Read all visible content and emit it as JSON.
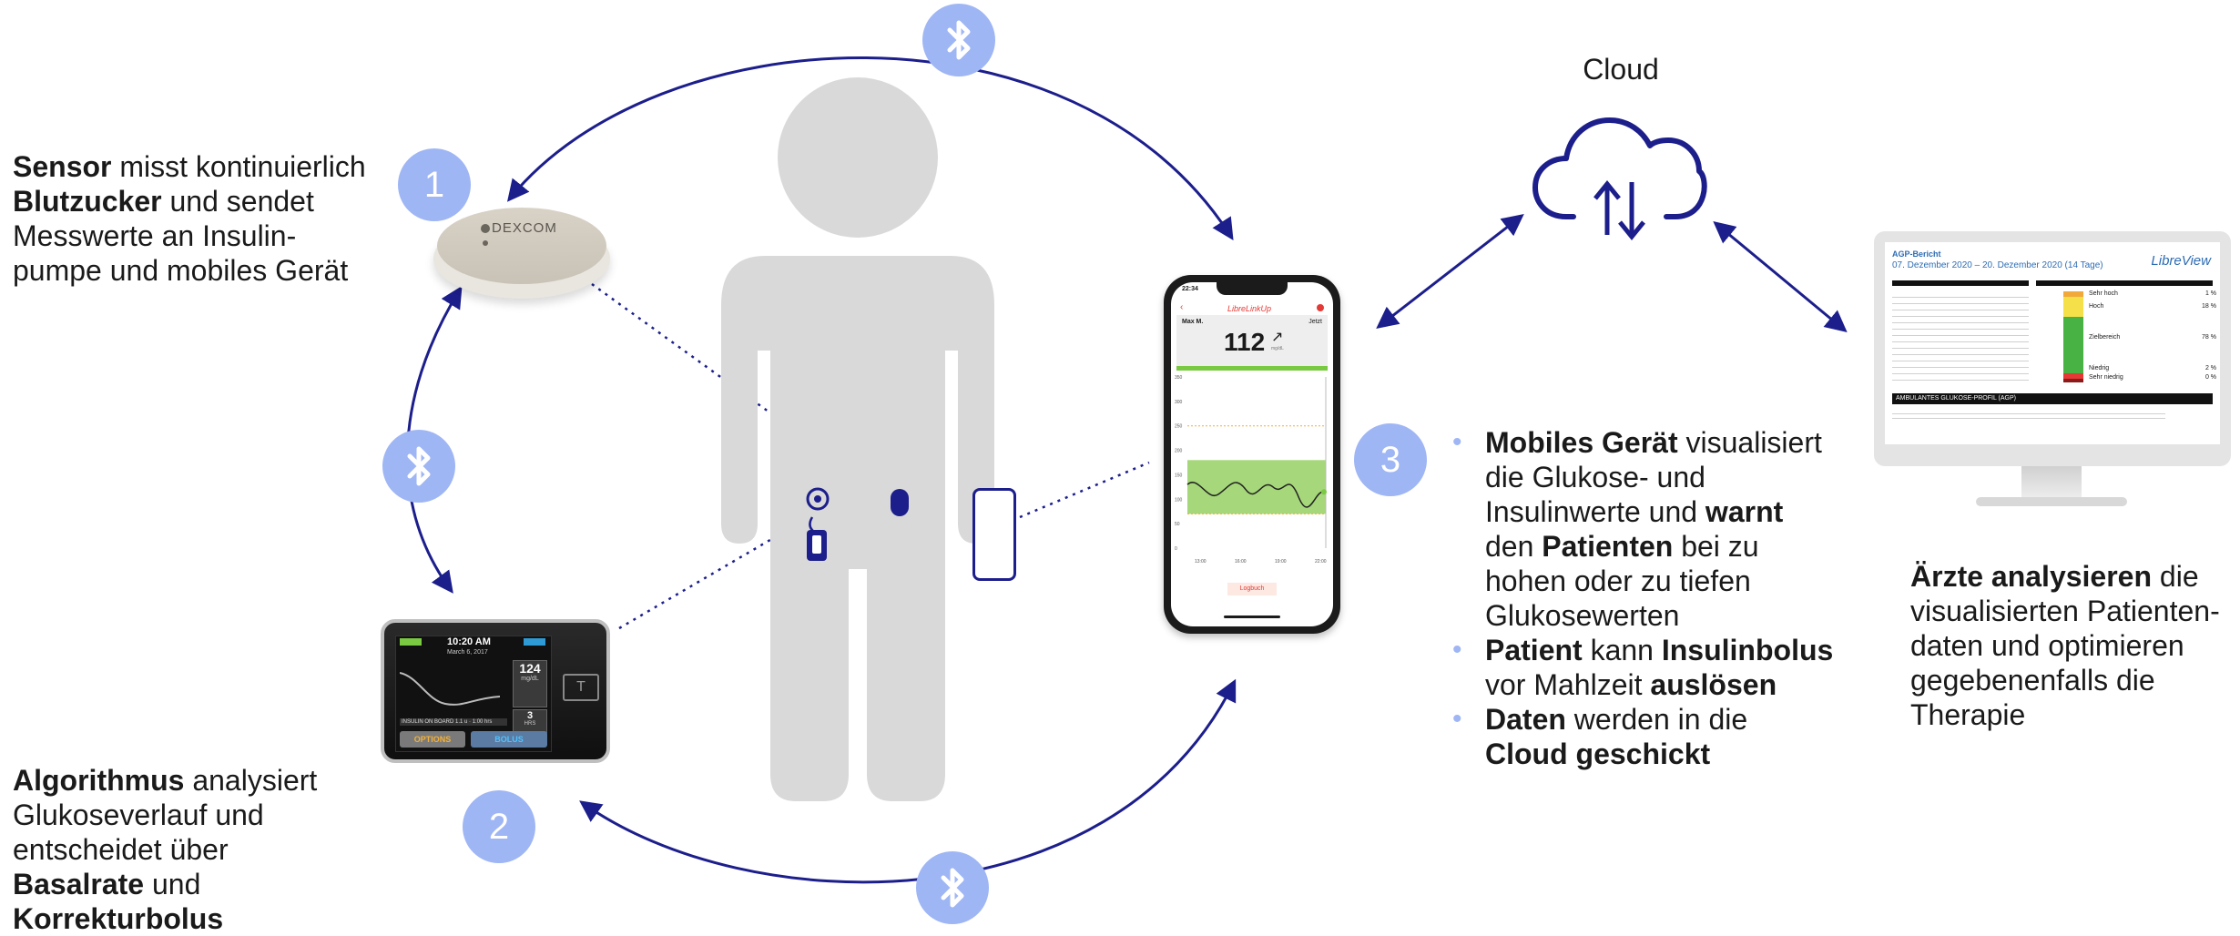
{
  "cloud": {
    "label": "Cloud"
  },
  "steps": {
    "one": "1",
    "two": "2",
    "three": "3"
  },
  "sensor_text": {
    "b1": "Sensor",
    "t1": " misst kontinuierlich",
    "b2": "Blutzucker",
    "t2": " und sendet",
    "t3": "Messwerte an Insulin-",
    "t4": "pumpe und mobiles Gerät"
  },
  "sensor_device": {
    "brand": "DEXCOM"
  },
  "algorithm_text": {
    "b1": "Algorithmus",
    "t1": " analysiert",
    "t2": "Glukoseverlauf und",
    "t3": "entscheidet über",
    "b2": "Basalrate",
    "t4": " und",
    "b3": "Korrekturbolus"
  },
  "pump_screen": {
    "time": "10:20 AM",
    "date": "March 6, 2017",
    "value": "124",
    "unit": "mg/dL",
    "side_value": "3",
    "side_unit": "HRS",
    "status": "INSULIN ON BOARD",
    "status_value": "1.1 u · 1:00 hrs",
    "options_label": "OPTIONS",
    "bolus_label": "BOLUS",
    "side_button": "T"
  },
  "phone_screen": {
    "status_time": "22:34",
    "app_name": "LibreLinkUp",
    "patient": "Max M.",
    "when": "Jetzt",
    "glucose": "112",
    "glucose_unit": "mg/dL",
    "y_ticks": [
      "350",
      "300",
      "250",
      "200",
      "150",
      "100",
      "50",
      "0"
    ],
    "y_unit": "mg/dL",
    "x_ticks": [
      "13:00",
      "16:00",
      "19:00",
      "22:00"
    ],
    "logbook": "Logbuch"
  },
  "mobile_text": {
    "i1_b1": "Mobiles Gerät",
    "i1_t1": " visualisiert",
    "i1_t2": "die Glukose- und",
    "i1_t3": "Insulinwerte und ",
    "i1_b2": "warnt",
    "i1_t4": "den ",
    "i1_b3": "Patienten",
    "i1_t5": " bei zu",
    "i1_t6": "hohen oder zu tiefen",
    "i1_t7": "Glukosewerten",
    "i2_b1": "Patient",
    "i2_t1": " kann ",
    "i2_b2": "Insulinbolus",
    "i2_t2": "vor Mahlzeit ",
    "i2_b3": "auslösen",
    "i3_b1": "Daten",
    "i3_t1": " werden in die",
    "i3_b2": "Cloud geschickt"
  },
  "monitor": {
    "title": "AGP-Bericht",
    "date_range": "07. Dezember 2020 – 20. Dezember 2020 (14 Tage)",
    "brand": "LibreView",
    "section": "AMBULANTES GLUKOSE-PROFIL (AGP)",
    "range_labels": [
      "Sehr hoch",
      "Hoch",
      "Zielbereich",
      "Niedrig",
      "Sehr niedrig"
    ],
    "range_values": [
      "1 %",
      "18 %",
      "78 %",
      "2 %",
      "0 %"
    ]
  },
  "doctor_text": {
    "b1": "Ärzte analysieren",
    "t1": " die",
    "t2": "visualisierten Patienten-",
    "t3": "daten und optimieren",
    "t4": "gegebenenfalls die",
    "t5": "Therapie"
  },
  "colors": {
    "accent": "#9fb6f5",
    "arrow": "#1c1e8c",
    "body": "#d9d9d9",
    "target_band": "#a6d77a"
  },
  "icons": [
    "bluetooth-icon",
    "cloud-sync-icon",
    "arrow-head-icon"
  ]
}
